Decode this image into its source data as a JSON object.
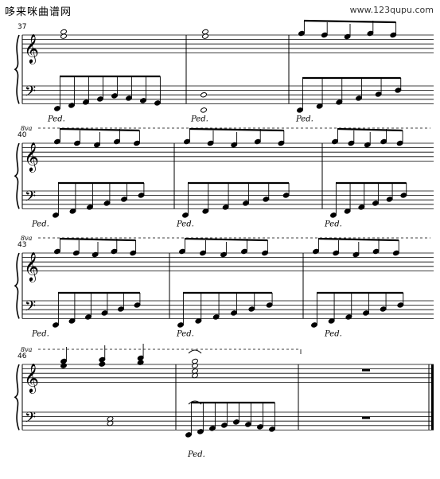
{
  "header": {
    "site_title": "哆来咪曲谱网",
    "site_url": "www.123qupu.com"
  },
  "score": {
    "measure_numbers": [
      "37",
      "40",
      "43",
      "46"
    ],
    "pedal_mark": "Ped.",
    "ottava_mark": "8va"
  }
}
